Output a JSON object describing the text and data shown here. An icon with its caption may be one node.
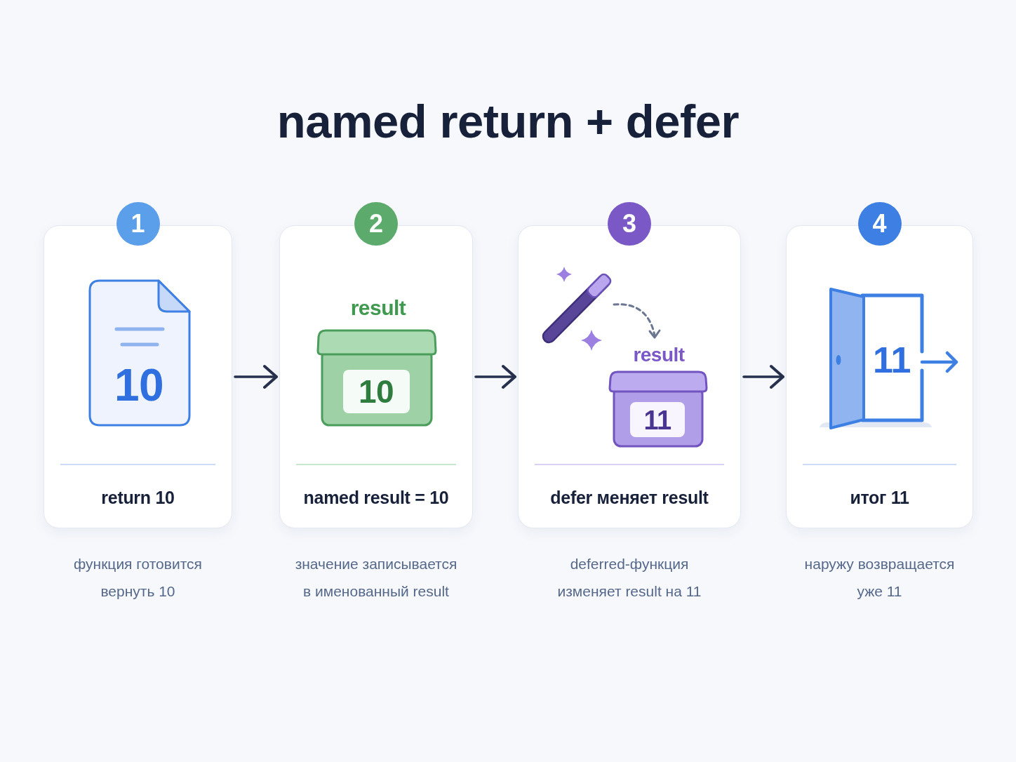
{
  "diagram": {
    "title": "named return + defer",
    "nodes": [
      {
        "text": [
          "1",
          "10",
          "return 10"
        ],
        "beside": [
          "функция готовится вернуть 10"
        ]
      },
      {
        "text": [
          "2",
          "result",
          "10",
          "named result = 10"
        ],
        "beside": [
          "значение записывается в именованный result"
        ]
      },
      {
        "text": [
          "3",
          "result",
          "11",
          "defer меняет result"
        ],
        "beside": [
          "deferred-функция изменяет result на 11"
        ]
      },
      {
        "text": [
          "4",
          "11",
          "итог 11"
        ],
        "beside": [
          "наружу возвращается уже 11"
        ]
      }
    ],
    "edges": [
      {
        "from": 0,
        "to": 1,
        "arrow": "to"
      },
      {
        "from": 1,
        "to": 2,
        "arrow": "to"
      },
      {
        "from": 2,
        "to": 3,
        "arrow": "to"
      }
    ]
  }
}
